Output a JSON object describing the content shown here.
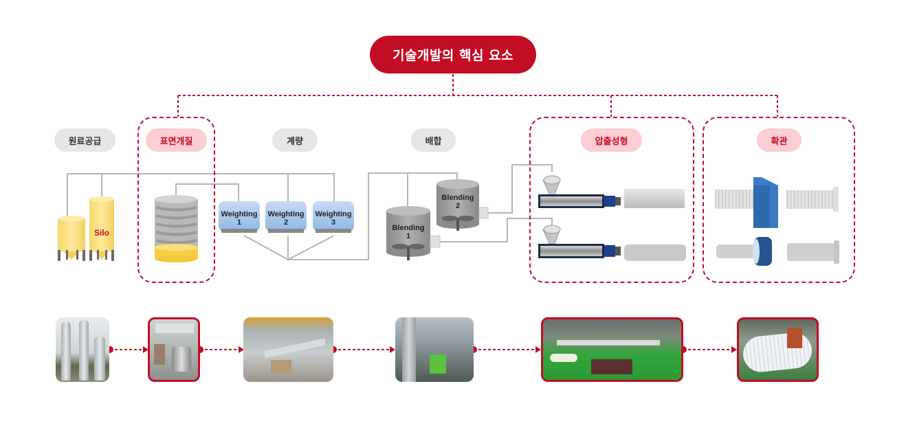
{
  "title": "기술개발의 핵심 요소",
  "colors": {
    "accent": "#c20e25",
    "pill_gray": "#e6e6e6",
    "pill_pink": "#fccdd3",
    "silo_yellow": "#fbe48a",
    "weighting_blue": "#a9c8ec",
    "blending_gray": "#9d9d9d",
    "coupler_blue": "#3b7ac4"
  },
  "stages": [
    {
      "label": "원료공급",
      "highlighted": false
    },
    {
      "label": "표면개질",
      "highlighted": true
    },
    {
      "label": "계량",
      "highlighted": false
    },
    {
      "label": "배합",
      "highlighted": false
    },
    {
      "label": "압출성형",
      "highlighted": true
    },
    {
      "label": "확관",
      "highlighted": true
    }
  ],
  "equipment": {
    "silo": "Silo",
    "weighting": [
      {
        "name": "Weighting",
        "num": "1"
      },
      {
        "name": "Weighting",
        "num": "2"
      },
      {
        "name": "Weighting",
        "num": "3"
      }
    ],
    "blending": [
      {
        "name": "Blending",
        "num": "1"
      },
      {
        "name": "Blending",
        "num": "2"
      }
    ]
  },
  "photos": [
    {
      "subject": "silo-photo",
      "highlighted": false
    },
    {
      "subject": "surface-treatment-photo",
      "highlighted": true
    },
    {
      "subject": "weighing-photo",
      "highlighted": false
    },
    {
      "subject": "blending-photo",
      "highlighted": false
    },
    {
      "subject": "extrusion-photo",
      "highlighted": true
    },
    {
      "subject": "pipe-expansion-photo",
      "highlighted": true
    }
  ]
}
